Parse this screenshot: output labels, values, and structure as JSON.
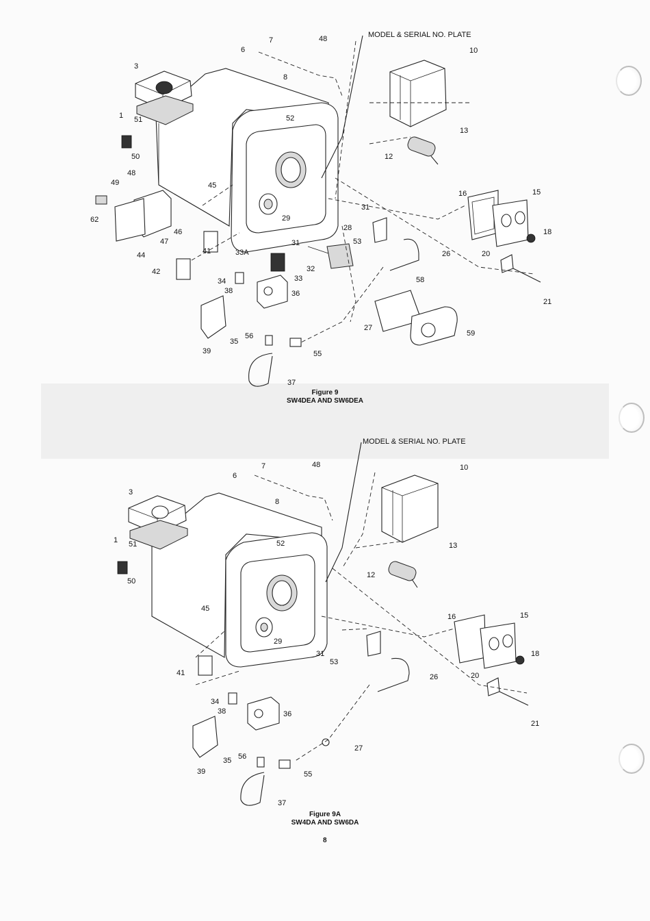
{
  "figure_9": {
    "model_plate_label": "MODEL & SERIAL NO. PLATE",
    "caption_title": "Figure 9",
    "caption_models": "SW4DEA AND SW6DEA",
    "callouts": [
      "7",
      "48",
      "6",
      "8",
      "3",
      "1",
      "51",
      "50",
      "52",
      "10",
      "13",
      "12",
      "48",
      "49",
      "62",
      "45",
      "47",
      "44",
      "46",
      "41",
      "33A",
      "42",
      "34",
      "38",
      "36",
      "35",
      "39",
      "56",
      "55",
      "37",
      "31",
      "28",
      "53",
      "29",
      "31",
      "32",
      "33",
      "26",
      "16",
      "15",
      "18",
      "20",
      "21",
      "58",
      "59",
      "27"
    ]
  },
  "figure_9a": {
    "model_plate_label": "MODEL & SERIAL NO. PLATE",
    "caption_title": "Figure 9A",
    "caption_models": "SW4DA AND SW6DA",
    "callouts": [
      "7",
      "48",
      "6",
      "8",
      "10",
      "3",
      "1",
      "51",
      "50",
      "52",
      "13",
      "12",
      "45",
      "29",
      "31",
      "53",
      "26",
      "16",
      "15",
      "18",
      "20",
      "21",
      "41",
      "34",
      "38",
      "36",
      "35",
      "39",
      "56",
      "55",
      "37",
      "27"
    ]
  },
  "page_number": "8"
}
